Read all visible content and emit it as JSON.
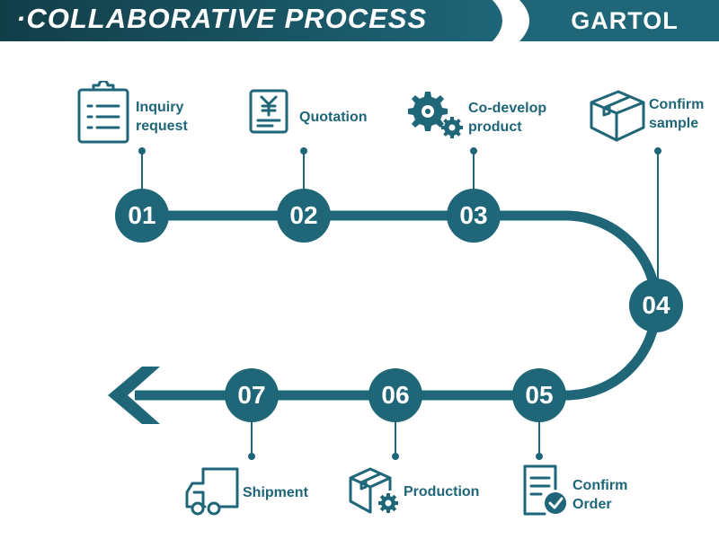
{
  "header": {
    "title": "·COLLABORATIVE PROCESS",
    "brand": "GARTOL"
  },
  "colors": {
    "primary": "#1e6678",
    "banner_dark": "#123e48",
    "connector": "#1e6678",
    "text": "#ffffff"
  },
  "steps": [
    {
      "number": "01",
      "label_lines": [
        "Inquiry",
        "request"
      ],
      "icon": "clipboard-list-icon"
    },
    {
      "number": "02",
      "label_lines": [
        "Quotation"
      ],
      "icon": "yen-invoice-icon"
    },
    {
      "number": "03",
      "label_lines": [
        "Co-develop",
        "product"
      ],
      "icon": "gears-icon"
    },
    {
      "number": "04",
      "label_lines": [
        "Confirm",
        "sample"
      ],
      "icon": "box-icon"
    },
    {
      "number": "05",
      "label_lines": [
        "Confirm",
        "Order"
      ],
      "icon": "document-check-icon"
    },
    {
      "number": "06",
      "label_lines": [
        "Production"
      ],
      "icon": "box-gear-icon"
    },
    {
      "number": "07",
      "label_lines": [
        "Shipment"
      ],
      "icon": "truck-icon"
    }
  ]
}
